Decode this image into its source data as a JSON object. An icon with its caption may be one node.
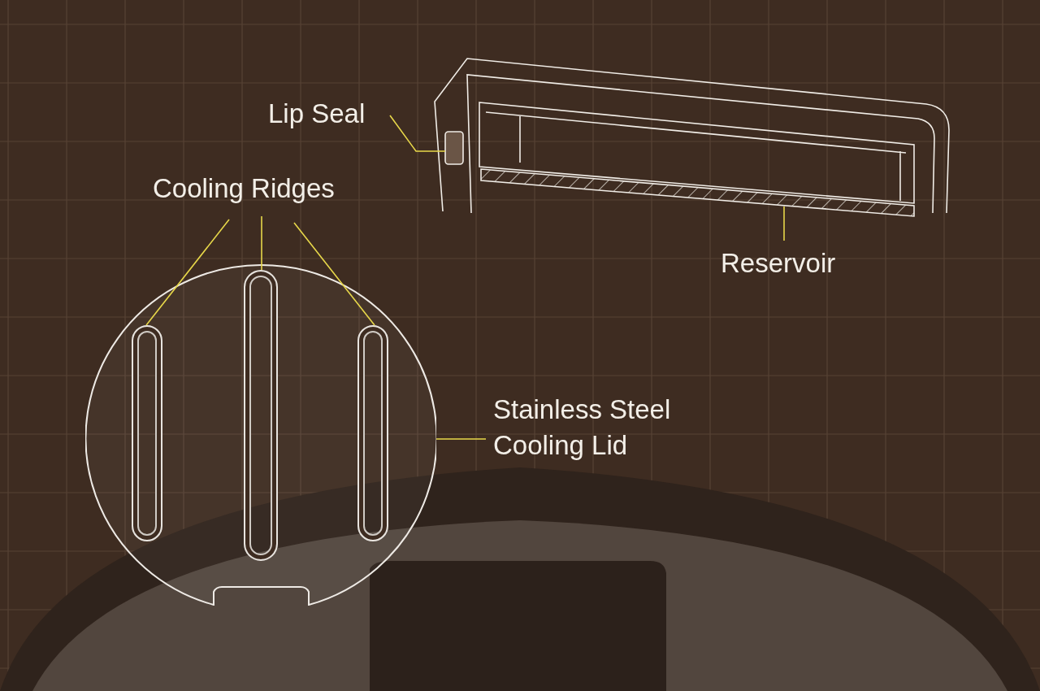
{
  "diagram": {
    "nodes": [
      {
        "text": [
          "Lip Seal"
        ]
      },
      {
        "text": [
          "Cooling Ridges"
        ]
      },
      {
        "text": [
          "Reservoir"
        ]
      },
      {
        "text": [
          "Stainless Steel Cooling Lid"
        ]
      },
      {
        "text": [],
        "shape": "box"
      },
      {
        "text": [],
        "shape": "bar"
      },
      {
        "text": [],
        "shape": "circle"
      },
      {
        "text": [],
        "shape": "bar",
        "in": 6
      },
      {
        "text": [],
        "shape": "bar",
        "in": 6
      },
      {
        "text": [],
        "shape": "bar",
        "in": 6
      }
    ],
    "edges": [
      {
        "from": 0,
        "to": 4,
        "arrow": "none"
      },
      {
        "from": 1,
        "to": 7,
        "arrow": "none"
      },
      {
        "from": 1,
        "to": 8,
        "arrow": "none"
      },
      {
        "from": 1,
        "to": 9,
        "arrow": "none"
      },
      {
        "from": 2,
        "to": 5,
        "arrow": "none"
      },
      {
        "from": 3,
        "to": 6,
        "arrow": "none"
      }
    ]
  }
}
